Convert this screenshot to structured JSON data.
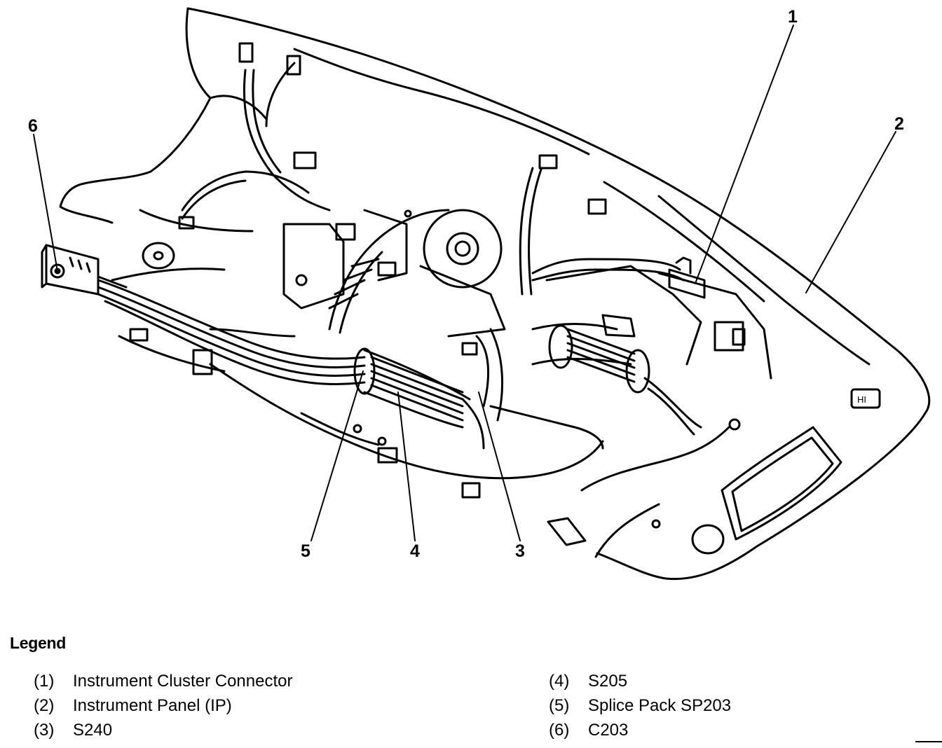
{
  "callouts": [
    "1",
    "2",
    "3",
    "4",
    "5",
    "6"
  ],
  "legend": {
    "title": "Legend",
    "items": [
      {
        "num": "(1)",
        "label": "Instrument Cluster Connector"
      },
      {
        "num": "(2)",
        "label": "Instrument Panel (IP)"
      },
      {
        "num": "(3)",
        "label": "S240"
      },
      {
        "num": "(4)",
        "label": "S205"
      },
      {
        "num": "(5)",
        "label": "Splice Pack SP203"
      },
      {
        "num": "(6)",
        "label": "C203"
      }
    ]
  },
  "panel_badge": "HI"
}
